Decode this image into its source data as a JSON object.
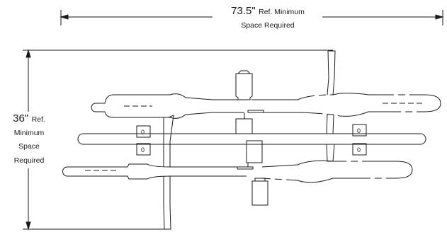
{
  "width_dimension": {
    "value": "73.5\"",
    "line1": "Ref. Minimum",
    "line2": "Space Required"
  },
  "height_dimension": {
    "value": "36\"",
    "line1": "Ref.",
    "line2": "Minimum",
    "line3": "Space",
    "line4": "Required"
  },
  "clamp_labels": [
    "0",
    "0",
    "0",
    "0"
  ],
  "colors": {
    "line": "#1a1a1a",
    "background": "#ffffff"
  }
}
